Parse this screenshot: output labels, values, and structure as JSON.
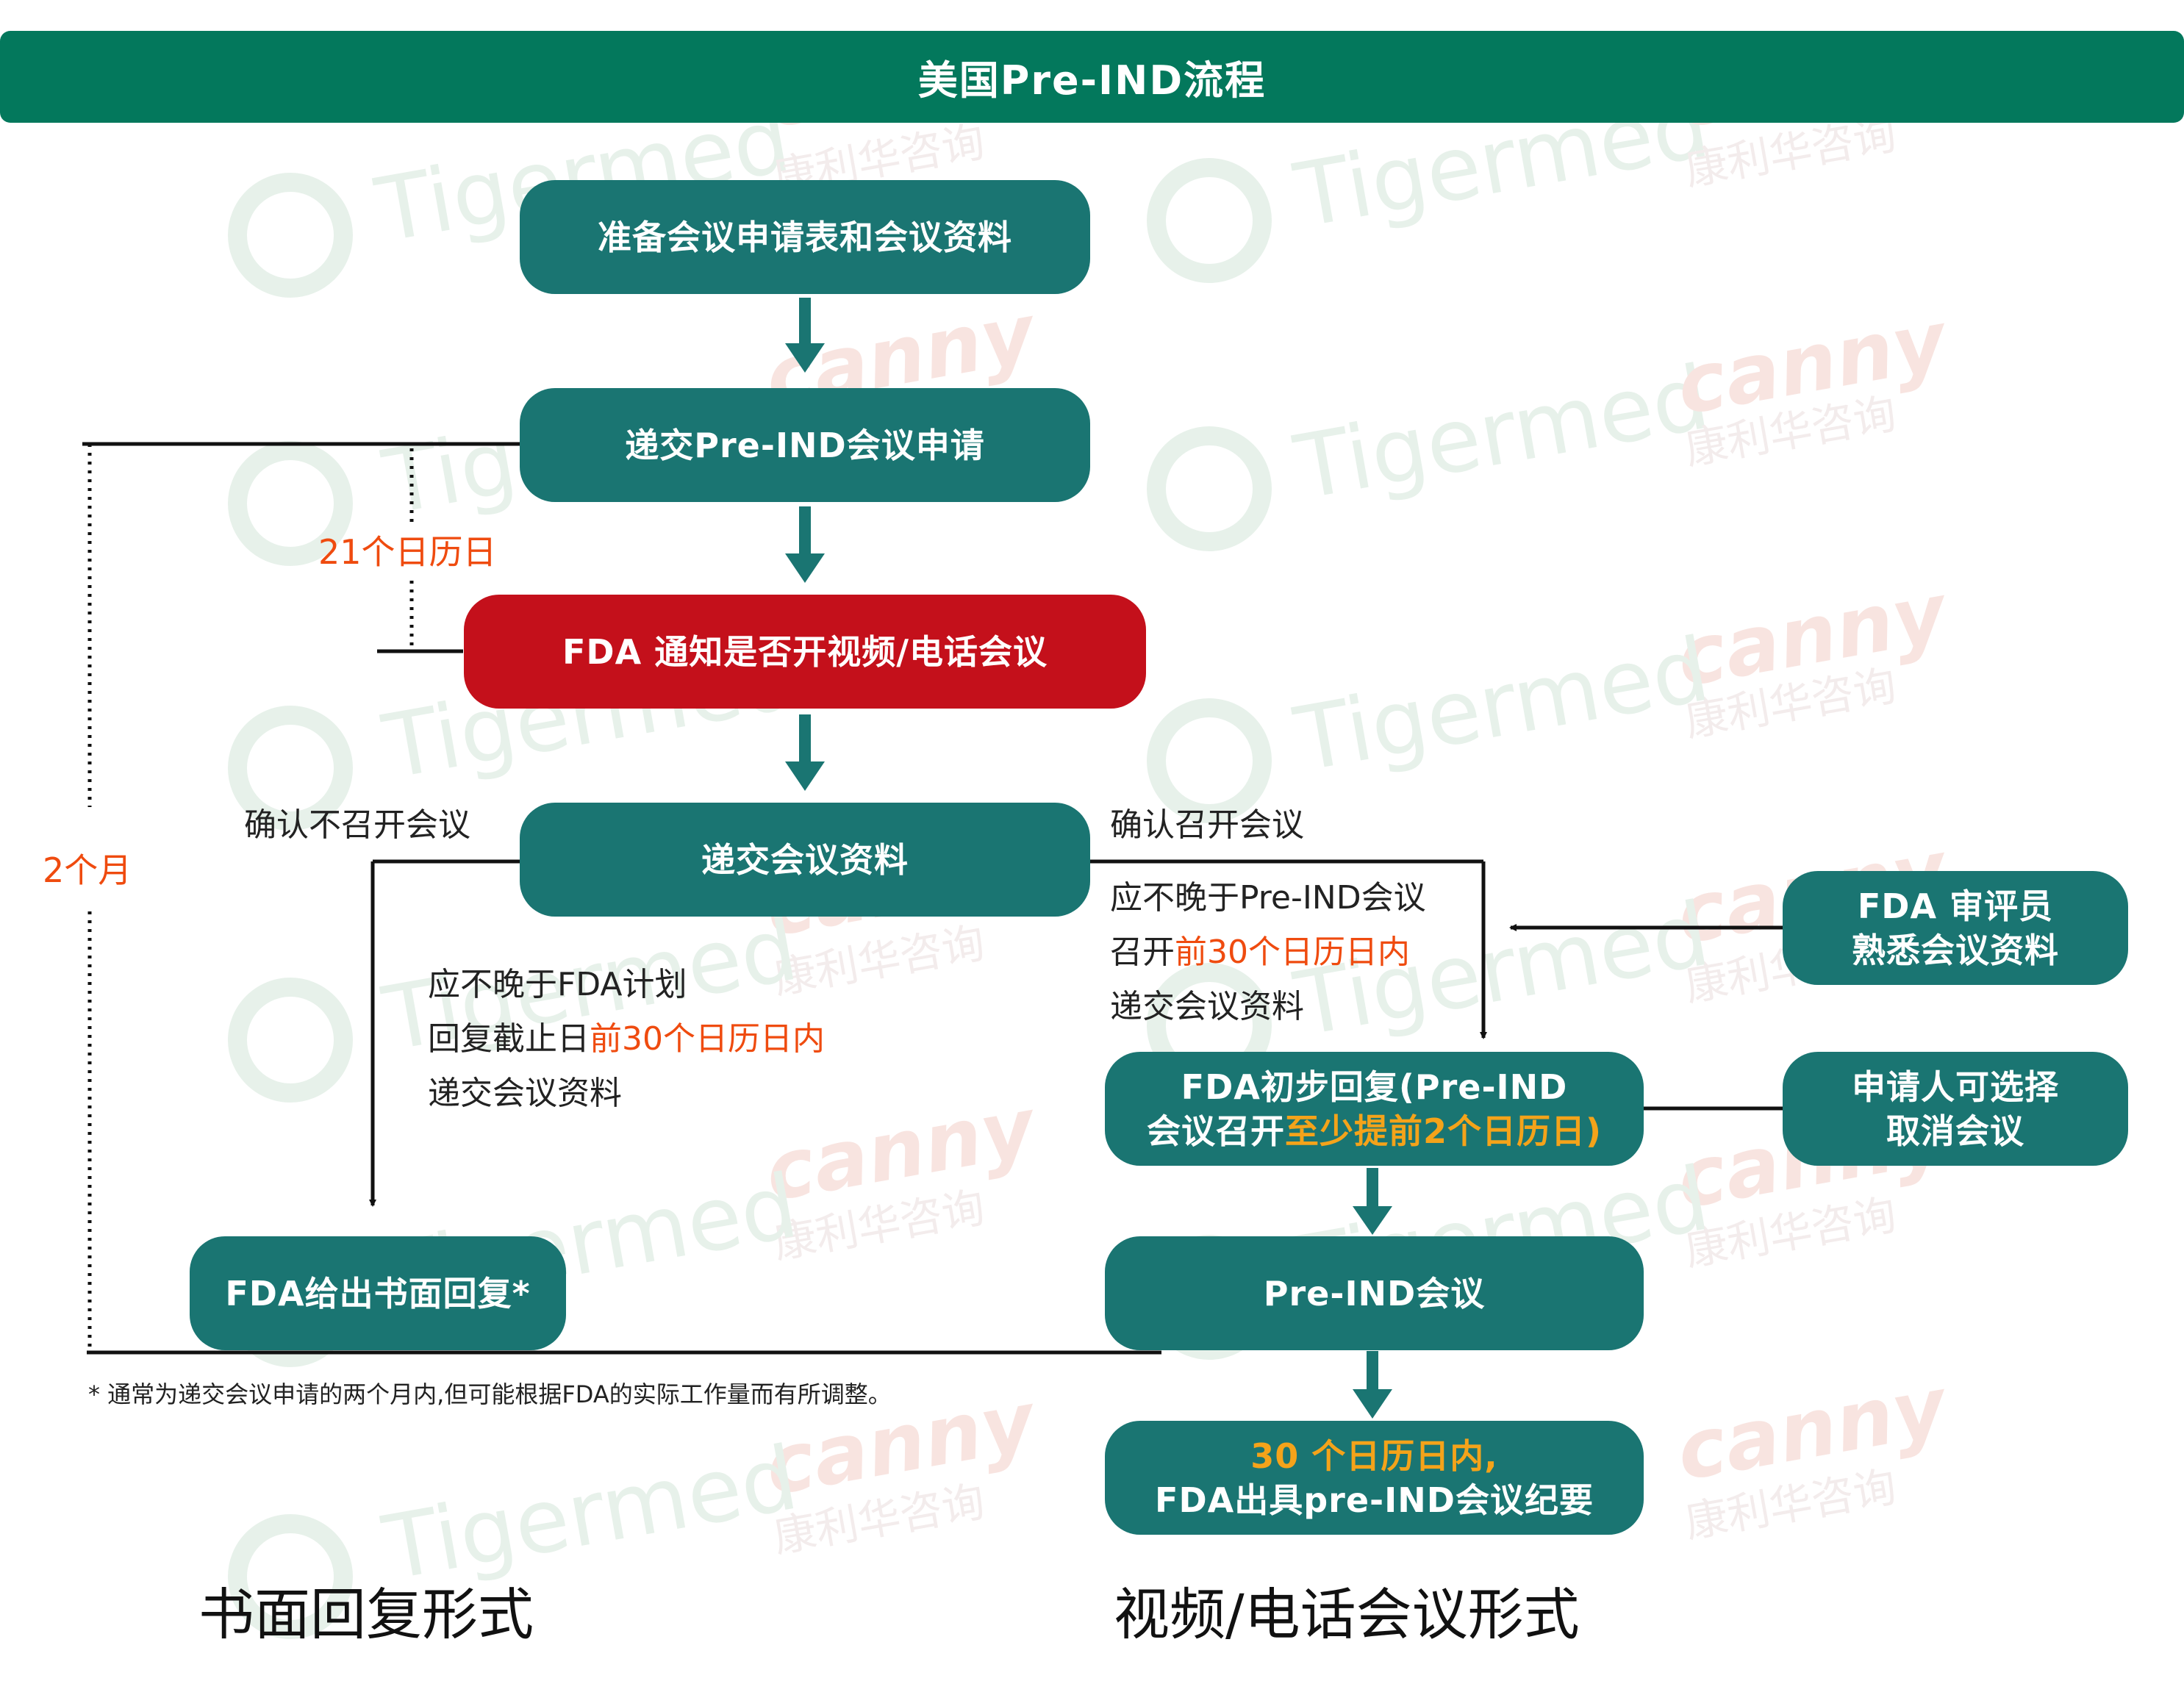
{
  "title": "美国Pre-IND流程",
  "colors": {
    "header": "#03785c",
    "node": "#1a7572",
    "alert": "#c4101b",
    "highlight_orange": "#ef4b0f",
    "highlight_amber": "#f4a31a"
  },
  "watermarks": {
    "tigermed": "Tigermed",
    "canny": "canny",
    "canny_cn": "康利华咨询"
  },
  "nodes": {
    "prepare": "准备会议申请表和会议资料",
    "submit_request": "递交Pre-IND会议申请",
    "fda_notify": "FDA 通知是否开视频/电话会议",
    "submit_materials": "递交会议资料",
    "reviewer": {
      "line1": "FDA 审评员",
      "line2": "熟悉会议资料"
    },
    "preliminary": {
      "line1": "FDA初步回复(Pre-IND",
      "line2_pre": "会议召开",
      "line2_hl": "至少提前2个日历日)"
    },
    "cancel": {
      "line1": "申请人可选择",
      "line2": "取消会议"
    },
    "written": "FDA给出书面回复*",
    "meeting": "Pre-IND会议",
    "minutes": {
      "line1": "30 个日历日内,",
      "line2": "FDA出具pre-IND会议纪要"
    }
  },
  "labels": {
    "no_meeting": "确认不召开会议",
    "yes_meeting": "确认召开会议",
    "days21": "21个日历日",
    "two_months": "2个月"
  },
  "notes": {
    "left": {
      "l1": "应不晚于FDA计划",
      "l2_pre": "回复截止日",
      "l2_hl": "前30个日历日内",
      "l3": "递交会议资料"
    },
    "right": {
      "l1": "应不晚于Pre-IND会议",
      "l2_pre": "召开",
      "l2_hl": "前30个日历日内",
      "l3": "递交会议资料"
    }
  },
  "footnote": "* 通常为递交会议申请的两个月内,但可能根据FDA的实际工作量而有所调整。",
  "bottom": {
    "left": "书面回复形式",
    "right": "视频/电话会议形式"
  }
}
